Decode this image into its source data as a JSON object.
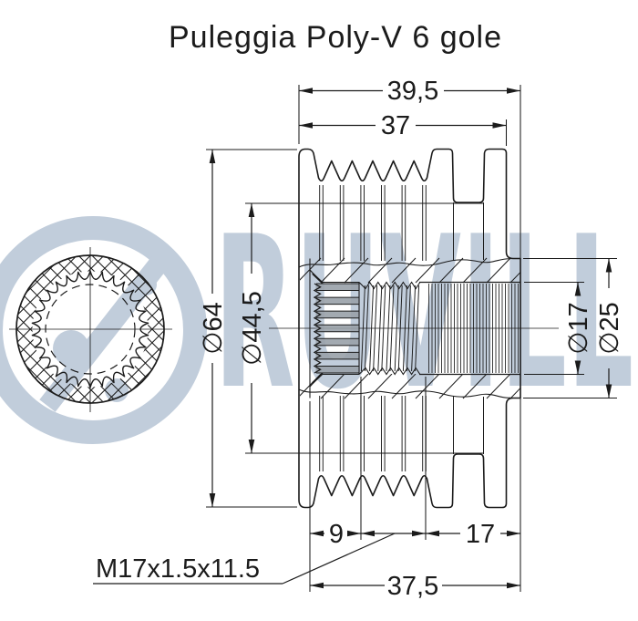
{
  "title": "Puleggia Poly-V 6 gole",
  "watermark": {
    "text": "RUVILLE",
    "color": "#c1cddb"
  },
  "dimensions": {
    "overall_width": "39,5",
    "body_width": "37",
    "outer_diameter": "∅64",
    "flange_diameter": "∅44,5",
    "bore_diameter": "∅17",
    "hub_diameter": "∅25",
    "serration_length": "9",
    "hub_bore_length": "17",
    "bore_total_length": "37,5",
    "thread_spec": "M17x1.5x11.5"
  },
  "colors": {
    "line": "#1b1b1b",
    "background": "#ffffff",
    "watermark": "#c1cddb",
    "serration_fill": "#99a1a8"
  }
}
